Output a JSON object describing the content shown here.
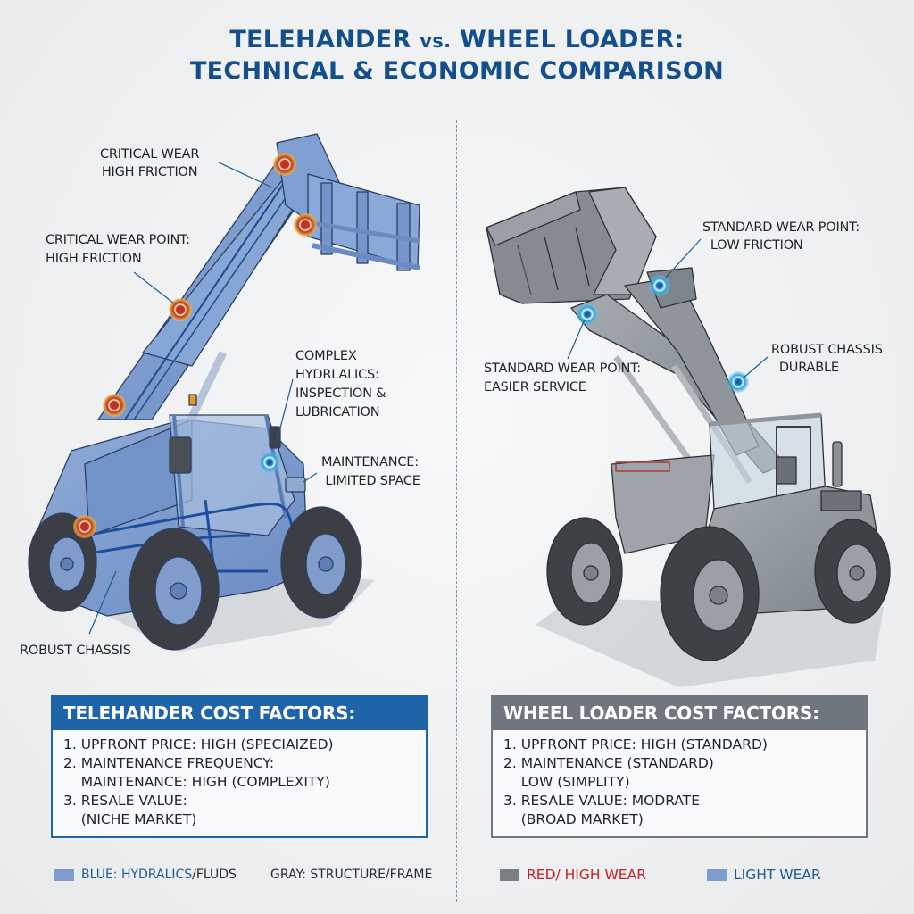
{
  "title": {
    "line1_a": "TELEHANDER ",
    "line1_vs": "vs.",
    "line1_b": " WHEEL LOADER:",
    "line2": "TECHNICAL & ECONOMIC COMPARISON"
  },
  "colors": {
    "title_blue": "#134f8c",
    "tele_blue": "#1f64a8",
    "machine_blue": "#7d9dcf",
    "machine_gray": "#8f959b",
    "wear_red": "#c0321e",
    "wear_halo": "#f0b845",
    "light_wear_cyan": "#2a9fdc",
    "loader_header_gray": "#6f767d",
    "legend_red_text": "#c81e24",
    "legend_blue_text": "#1c5a98"
  },
  "telehander": {
    "labels": {
      "wear_top": "CRITICAL WEAR\nHIGH FRICTION",
      "wear_boom": "CRITICAL WEAR POINT:\nHIGH FRICTION",
      "hydraulics": "COMPLEX\nHYDRLALICS:\nINSPECTION &\nLUBRICATION",
      "maintenance": "MAINTENANCE:\n LIMITED SPACE",
      "chassis": "ROBUST CHASSIS"
    },
    "cost": {
      "header": "TELEHANDER COST FACTORS:",
      "items": [
        "1. UPFRONT PRICE: HIGH (SPECIAIZED)",
        "2. MAINTENANCE FREQUENCY:",
        "    MAINTENANCE: HIGH (COMPLEXITY)",
        "3. RESALE VALUE:",
        "    (NICHE MARKET)"
      ]
    }
  },
  "wheel_loader": {
    "labels": {
      "wear_top": "STANDARD WEAR POINT:\n  LOW FRICTION",
      "wear_bucket": "STANDARD WEAR POINT:\nEASIER SERVICE",
      "chassis": "ROBUST CHASSIS\n  DURABLE"
    },
    "cost": {
      "header": "WHEEL LOADER COST FACTORS:",
      "items": [
        "1. UPFRONT PRICE: HIGH (STANDARD)",
        "2. MAINTENANCE (STANDARD)",
        "    LOW (SIMPLITY)",
        "3. RESALE VALUE: MODRATE",
        "    (BROAD MARKET)"
      ]
    }
  },
  "legend": {
    "blue_prefix": "BLUE: HYDRALICS",
    "blue_suffix": "/FLUDS",
    "gray": "GRAY: STRUCTURE/FRAME",
    "red": "RED/ HIGH WEAR",
    "light": "LIGHT WEAR"
  }
}
